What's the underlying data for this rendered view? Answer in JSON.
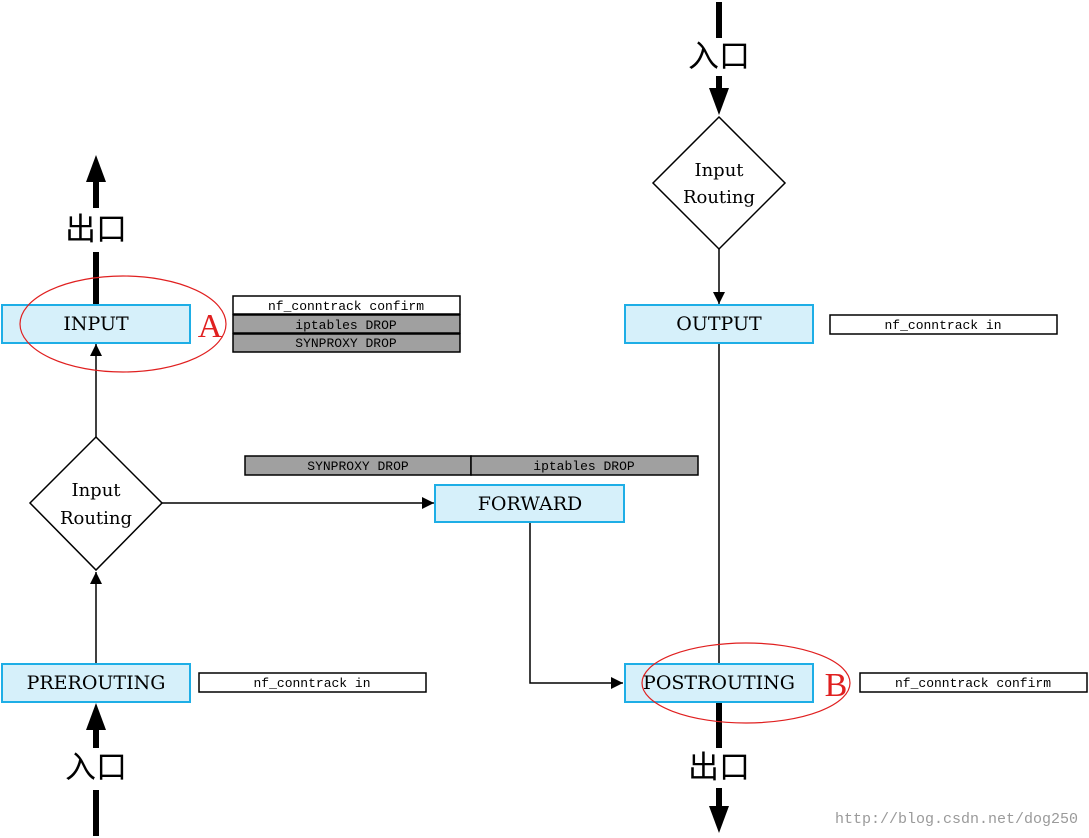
{
  "colors": {
    "hook_fill": "#d6f0fa",
    "hook_stroke": "#1eaee6",
    "drop_fill": "#a0a0a0",
    "note_fill": "#ffffff",
    "line": "#000000",
    "mark": "#e02020",
    "watermark": "#9a9a9a"
  },
  "hooks": {
    "input": "INPUT",
    "prerouting": "PREROUTING",
    "forward": "FORWARD",
    "output": "OUTPUT",
    "postrouting": "POSTROUTING"
  },
  "decisions": {
    "left": [
      "Input",
      "Routing"
    ],
    "right": [
      "Input",
      "Routing"
    ]
  },
  "notes": {
    "input_confirm": "nf_conntrack confirm",
    "input_iptables": "iptables DROP",
    "input_synproxy": "SYNPROXY DROP",
    "forward_synproxy": "SYNPROXY DROP",
    "forward_iptables": "iptables DROP",
    "prerouting_in": "nf_conntrack in",
    "output_in": "nf_conntrack in",
    "postrouting_confirm": "nf_conntrack confirm"
  },
  "flow_labels": {
    "left_exit": "出口",
    "left_entry": "入口",
    "right_entry": "入口",
    "right_exit": "出口"
  },
  "markers": {
    "a": "A",
    "b": "B"
  },
  "watermark": "http://blog.csdn.net/dog250"
}
